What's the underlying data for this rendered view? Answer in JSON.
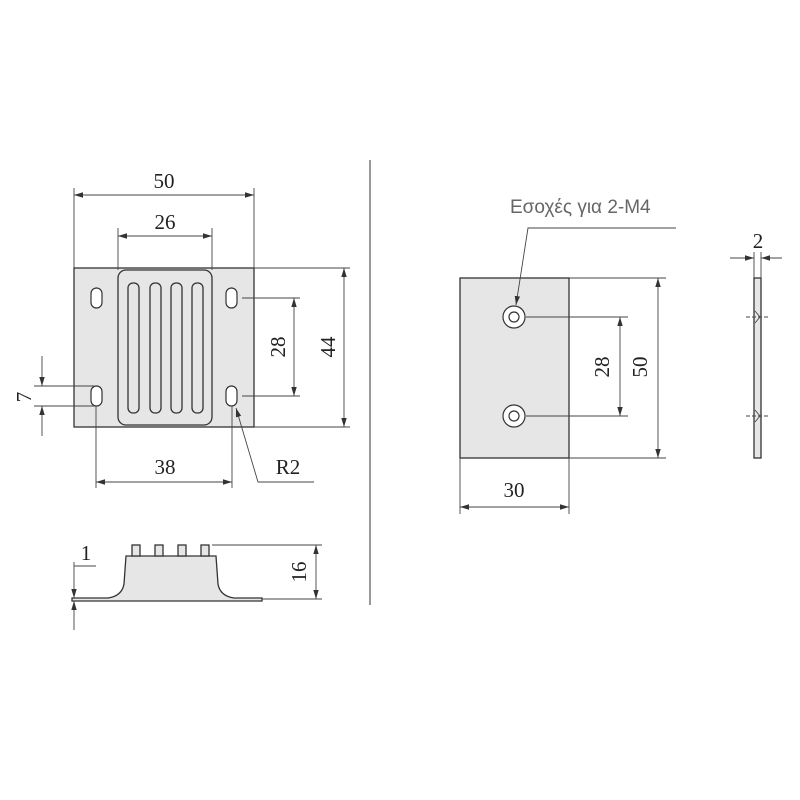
{
  "views": {
    "damper_top": {
      "width": "50",
      "rib_width": "26",
      "height": "44",
      "hole_pitch_vertical": "28",
      "slot_length": "7",
      "hole_pitch_horizontal": "38",
      "corner_radius": "R2"
    },
    "damper_side": {
      "plate_thickness": "1",
      "overall_height": "16"
    },
    "pad_front": {
      "note": "Εσοχές για 2-M4",
      "hole_pitch": "28",
      "height": "50",
      "width": "30"
    },
    "pad_side": {
      "thickness": "2"
    }
  },
  "colors": {
    "part_fill": "#e6e6e6",
    "line": "#333333",
    "note_text": "#666666"
  }
}
